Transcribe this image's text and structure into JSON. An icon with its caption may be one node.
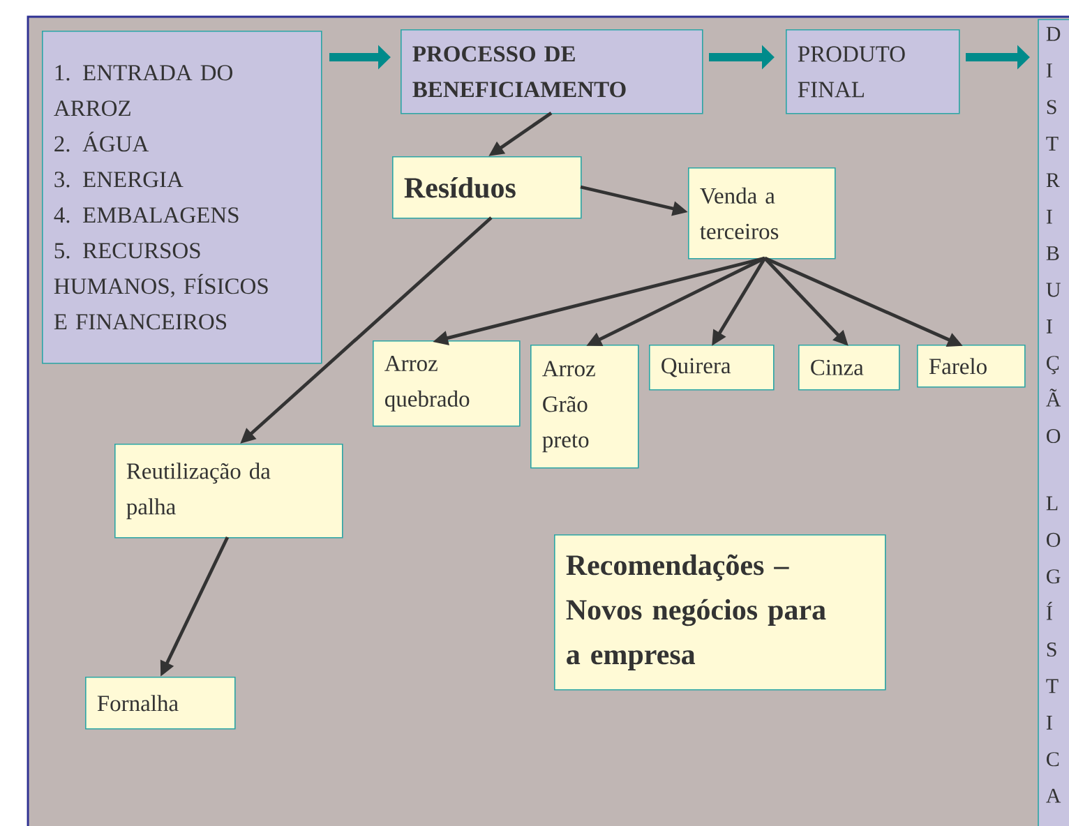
{
  "diagram": {
    "nodes": [
      {
        "text": [
          "1. ENTRADA DO ARROZ",
          "2. ÁGUA",
          "3. ENERGIA",
          "4. EMBALAGENS",
          "5. RECURSOS HUMANOS, FÍSICOS E FINANCEIROS"
        ]
      },
      {
        "text": [
          "PROCESSO DE BENEFICIAMENTO"
        ]
      },
      {
        "text": [
          "PRODUTO FINAL"
        ]
      },
      {
        "text": [
          "D I S T R I B U I Ç Ã O",
          "L O G Í S T I C A"
        ]
      },
      {
        "text": [
          "Resíduos"
        ]
      },
      {
        "text": [
          "Venda a terceiros"
        ]
      },
      {
        "text": [
          "Arroz quebrado"
        ]
      },
      {
        "text": [
          "Arroz Grão preto"
        ]
      },
      {
        "text": [
          "Quirera"
        ]
      },
      {
        "text": [
          "Cinza"
        ]
      },
      {
        "text": [
          "Farelo"
        ]
      },
      {
        "text": [
          "Reutilização da palha"
        ]
      },
      {
        "text": [
          "Fornalha"
        ]
      },
      {
        "text": [
          "Recomendações – Novos negócios para a empresa"
        ]
      }
    ],
    "edges": [
      {
        "from": 0,
        "to": 1,
        "arrow": "to",
        "style": "thick",
        "color": "#008b8b"
      },
      {
        "from": 1,
        "to": 2,
        "arrow": "to",
        "style": "thick",
        "color": "#008b8b"
      },
      {
        "from": 2,
        "to": 3,
        "arrow": "to",
        "style": "thick",
        "color": "#008b8b"
      },
      {
        "from": 1,
        "to": 4,
        "arrow": "to"
      },
      {
        "from": 4,
        "to": 5,
        "arrow": "to"
      },
      {
        "from": 5,
        "to": 6,
        "arrow": "to"
      },
      {
        "from": 5,
        "to": 7,
        "arrow": "to"
      },
      {
        "from": 5,
        "to": 8,
        "arrow": "to"
      },
      {
        "from": 5,
        "to": 9,
        "arrow": "to"
      },
      {
        "from": 5,
        "to": 10,
        "arrow": "to"
      },
      {
        "from": 4,
        "to": 11,
        "arrow": "to"
      },
      {
        "from": 11,
        "to": 12,
        "arrow": "to"
      }
    ]
  }
}
